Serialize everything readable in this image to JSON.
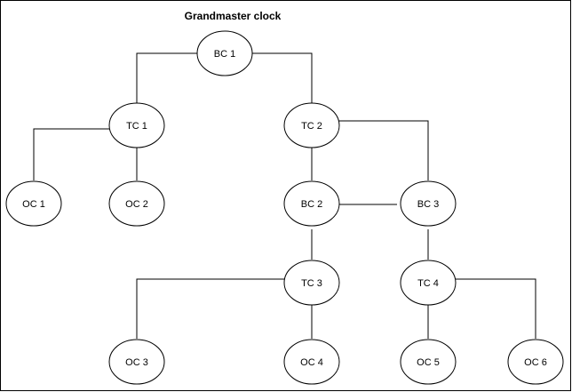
{
  "title": "Grandmaster clock",
  "nodes": [
    {
      "id": "bc1",
      "label": "BC 1"
    },
    {
      "id": "tc1",
      "label": "TC 1"
    },
    {
      "id": "tc2",
      "label": "TC 2"
    },
    {
      "id": "oc1",
      "label": "OC 1"
    },
    {
      "id": "oc2",
      "label": "OC 2"
    },
    {
      "id": "bc2",
      "label": "BC 2"
    },
    {
      "id": "bc3",
      "label": "BC 3"
    },
    {
      "id": "tc3",
      "label": "TC 3"
    },
    {
      "id": "tc4",
      "label": "TC 4"
    },
    {
      "id": "oc3",
      "label": "OC 3"
    },
    {
      "id": "oc4",
      "label": "OC 4"
    },
    {
      "id": "oc5",
      "label": "OC 5"
    },
    {
      "id": "oc6",
      "label": "OC 6"
    }
  ],
  "edges": [
    {
      "from": "bc1",
      "to": "tc1"
    },
    {
      "from": "bc1",
      "to": "tc2"
    },
    {
      "from": "tc1",
      "to": "oc1"
    },
    {
      "from": "tc1",
      "to": "oc2"
    },
    {
      "from": "tc2",
      "to": "bc2"
    },
    {
      "from": "tc2",
      "to": "bc3"
    },
    {
      "from": "bc2",
      "to": "bc3"
    },
    {
      "from": "bc2",
      "to": "tc3"
    },
    {
      "from": "bc3",
      "to": "tc4"
    },
    {
      "from": "tc3",
      "to": "oc3"
    },
    {
      "from": "tc3",
      "to": "oc4"
    },
    {
      "from": "tc4",
      "to": "oc5"
    },
    {
      "from": "tc4",
      "to": "oc6"
    }
  ]
}
